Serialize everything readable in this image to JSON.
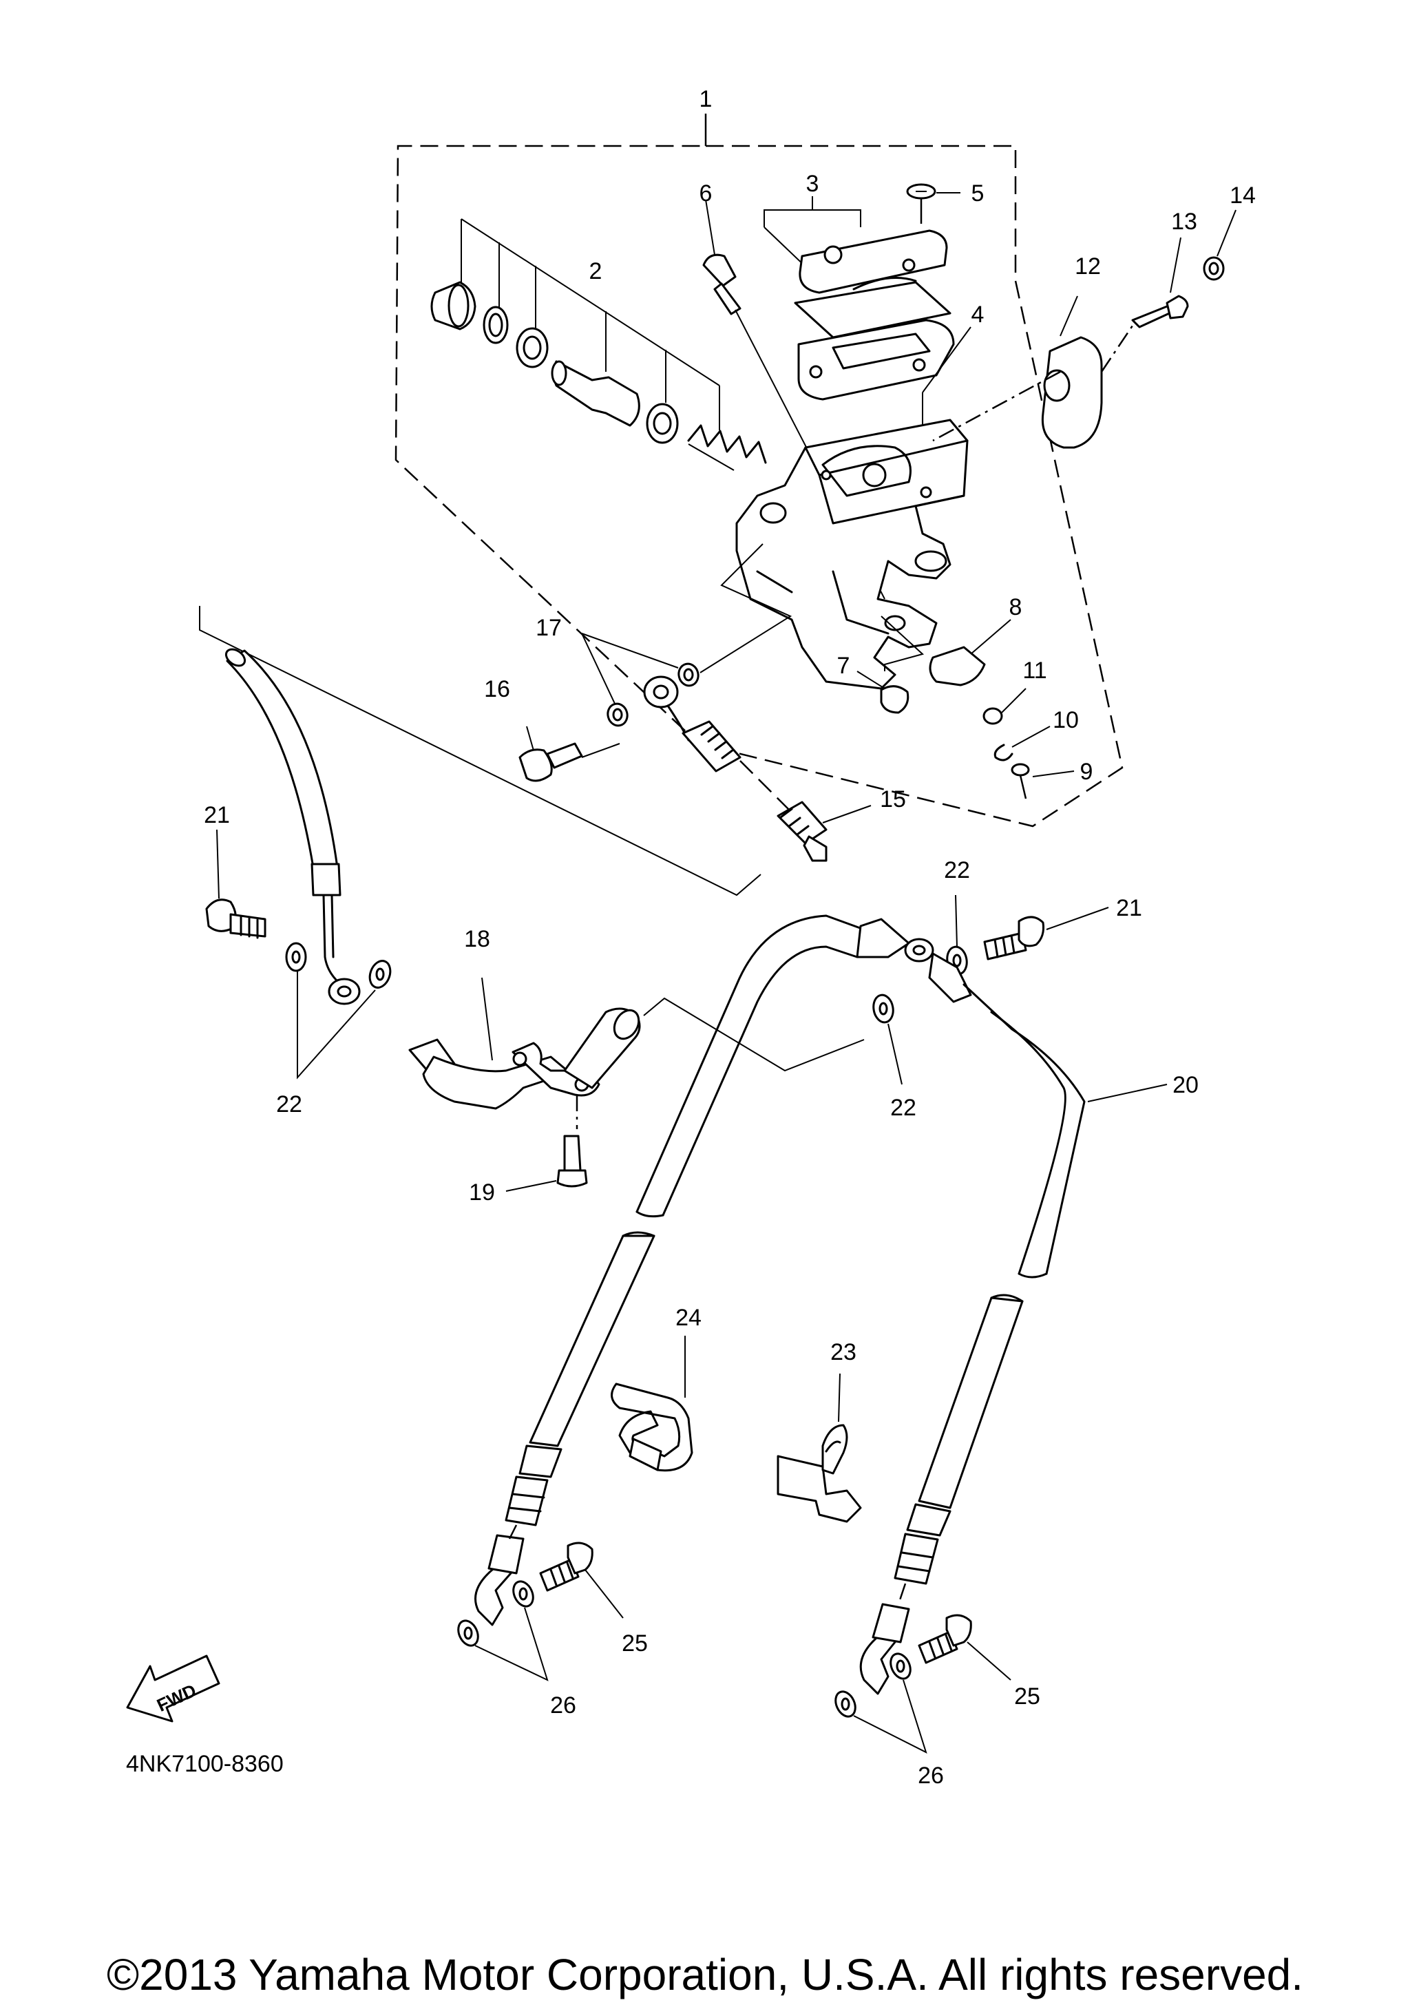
{
  "diagram": {
    "code": "4NK7100-8360",
    "copyright": "©2013 Yamaha Motor Corporation, U.S.A. All rights reserved.",
    "fwd_label": "FWD",
    "callouts": [
      "1",
      "2",
      "3",
      "4",
      "5",
      "6",
      "7",
      "8",
      "9",
      "10",
      "11",
      "12",
      "13",
      "14",
      "15",
      "16",
      "17",
      "18",
      "19",
      "20",
      "21",
      "21",
      "22",
      "22",
      "22",
      "23",
      "24",
      "25",
      "25",
      "26",
      "26"
    ]
  }
}
